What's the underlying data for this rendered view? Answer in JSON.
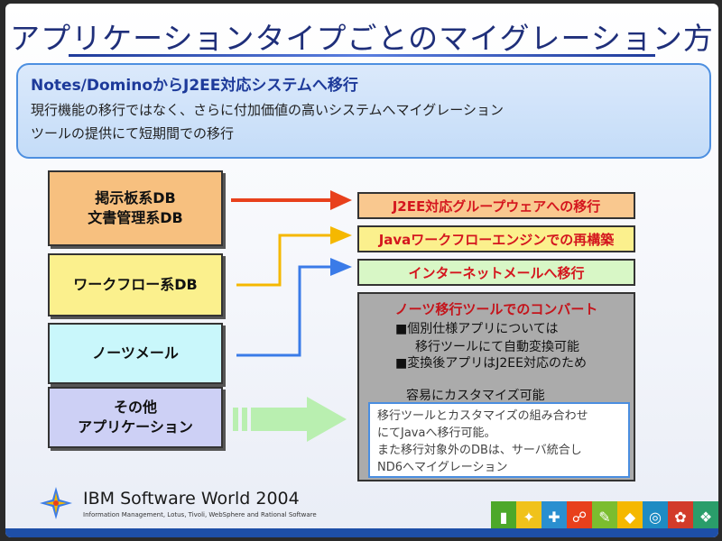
{
  "title": "アプリケーションタイプごとのマイグレーション方針",
  "summary": {
    "heading": "Notes/DominoからJ2EE対応システムへ移行",
    "line1": "現行機能の移行ではなく、さらに付加価値の高いシステムへマイグレーション",
    "line2": "ツールの提供にて短期間での移行"
  },
  "sources": [
    {
      "line1": "掲示板系DB",
      "line2": "文書管理系DB"
    },
    {
      "line1": "ワークフロー系DB",
      "line2": ""
    },
    {
      "line1": "ノーツメール",
      "line2": ""
    },
    {
      "line1": "その他",
      "line2": "アプリケーション"
    }
  ],
  "targets": [
    "J2EE対応グループウェアへの移行",
    "Javaワークフローエンジンでの再構築",
    "インターネットメールへ移行"
  ],
  "convert": {
    "title": "ノーツ移行ツールでのコンバート",
    "line1": "■個別仕様アプリについては",
    "line2": "移行ツールにて自動変換可能",
    "line3": "■変換後アプリはJ2EE対応のため",
    "line4": "容易にカスタマイズ可能"
  },
  "note": {
    "line1": "移行ツールとカスタマイズの組み合わせ",
    "line2": "にてJavaへ移行可能。",
    "line3": "また移行対象外のDBは、サーバ統合し",
    "line4": "ND6へマイグレーション"
  },
  "footer": {
    "title": "IBM Software World 2004",
    "subtitle": "Information Management, Lotus, Tivoli, WebSphere and Rational Software"
  },
  "colors": {
    "arrow1": "#e8401c",
    "arrow2": "#f5b800",
    "arrow3": "#3a7be8",
    "arrow4": "#b9efb0"
  }
}
